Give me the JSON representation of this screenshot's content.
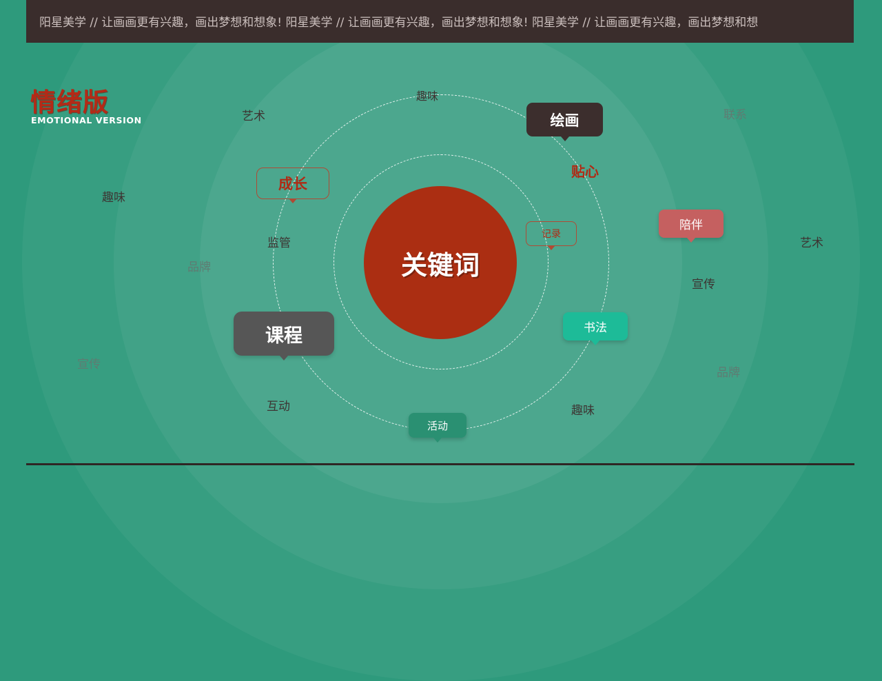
{
  "banner": {
    "text": "阳星美学 // 让画画更有兴趣，画出梦想和想象! 阳星美学 // 让画画更有兴趣，画出梦想和想象! 阳星美学 // 让画画更有兴趣，画出梦想和想"
  },
  "title": {
    "cn": "情绪版",
    "en": "EMOTIONAL VERSION"
  },
  "center": {
    "label": "关键词"
  },
  "bubbles": {
    "huihua": "绘画",
    "chengzhang": "成长",
    "jilu": "记录",
    "peiban": "陪伴",
    "kecheng": "课程",
    "shufa": "书法",
    "huodong": "活动"
  },
  "words": {
    "quwei_top": "趣味",
    "yishu_left": "艺术",
    "lianxi": "联系",
    "tiexin": "贴心",
    "quwei_left": "趣味",
    "jianguan": "监管",
    "yishu_right": "艺术",
    "pinpai_left": "品牌",
    "xuanchuan_right": "宣传",
    "xuanchuan_left": "宣传",
    "pinpai_right": "品牌",
    "hudong": "互动",
    "quwei_bottom": "趣味"
  },
  "colors": {
    "background": "#2e9a7c",
    "core": "#ab2e12",
    "accent_red": "#b02a14",
    "dark": "#3c2e2d",
    "teal": "#1dbb98"
  }
}
